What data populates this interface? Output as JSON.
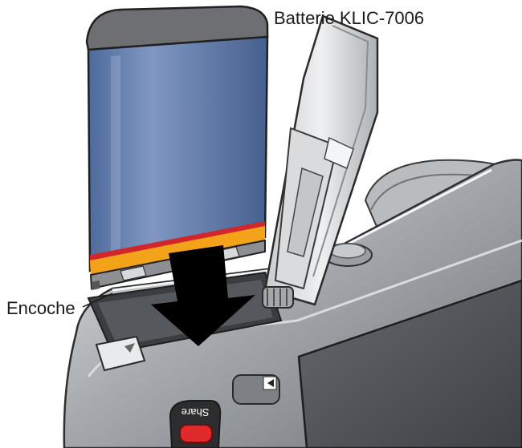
{
  "labels": {
    "battery": "Batterie KLIC-7006",
    "notch": "Encoche"
  },
  "camera": {
    "share_button": "Share"
  },
  "colors": {
    "battery_body": "#5b76a6",
    "battery_stripe_orange": "#f2a31a",
    "battery_stripe_red": "#d2262a",
    "camera_body": "#8f9397",
    "screen": "#4a4d51",
    "share_red": "#e02a2a",
    "arrow": "#000000"
  }
}
